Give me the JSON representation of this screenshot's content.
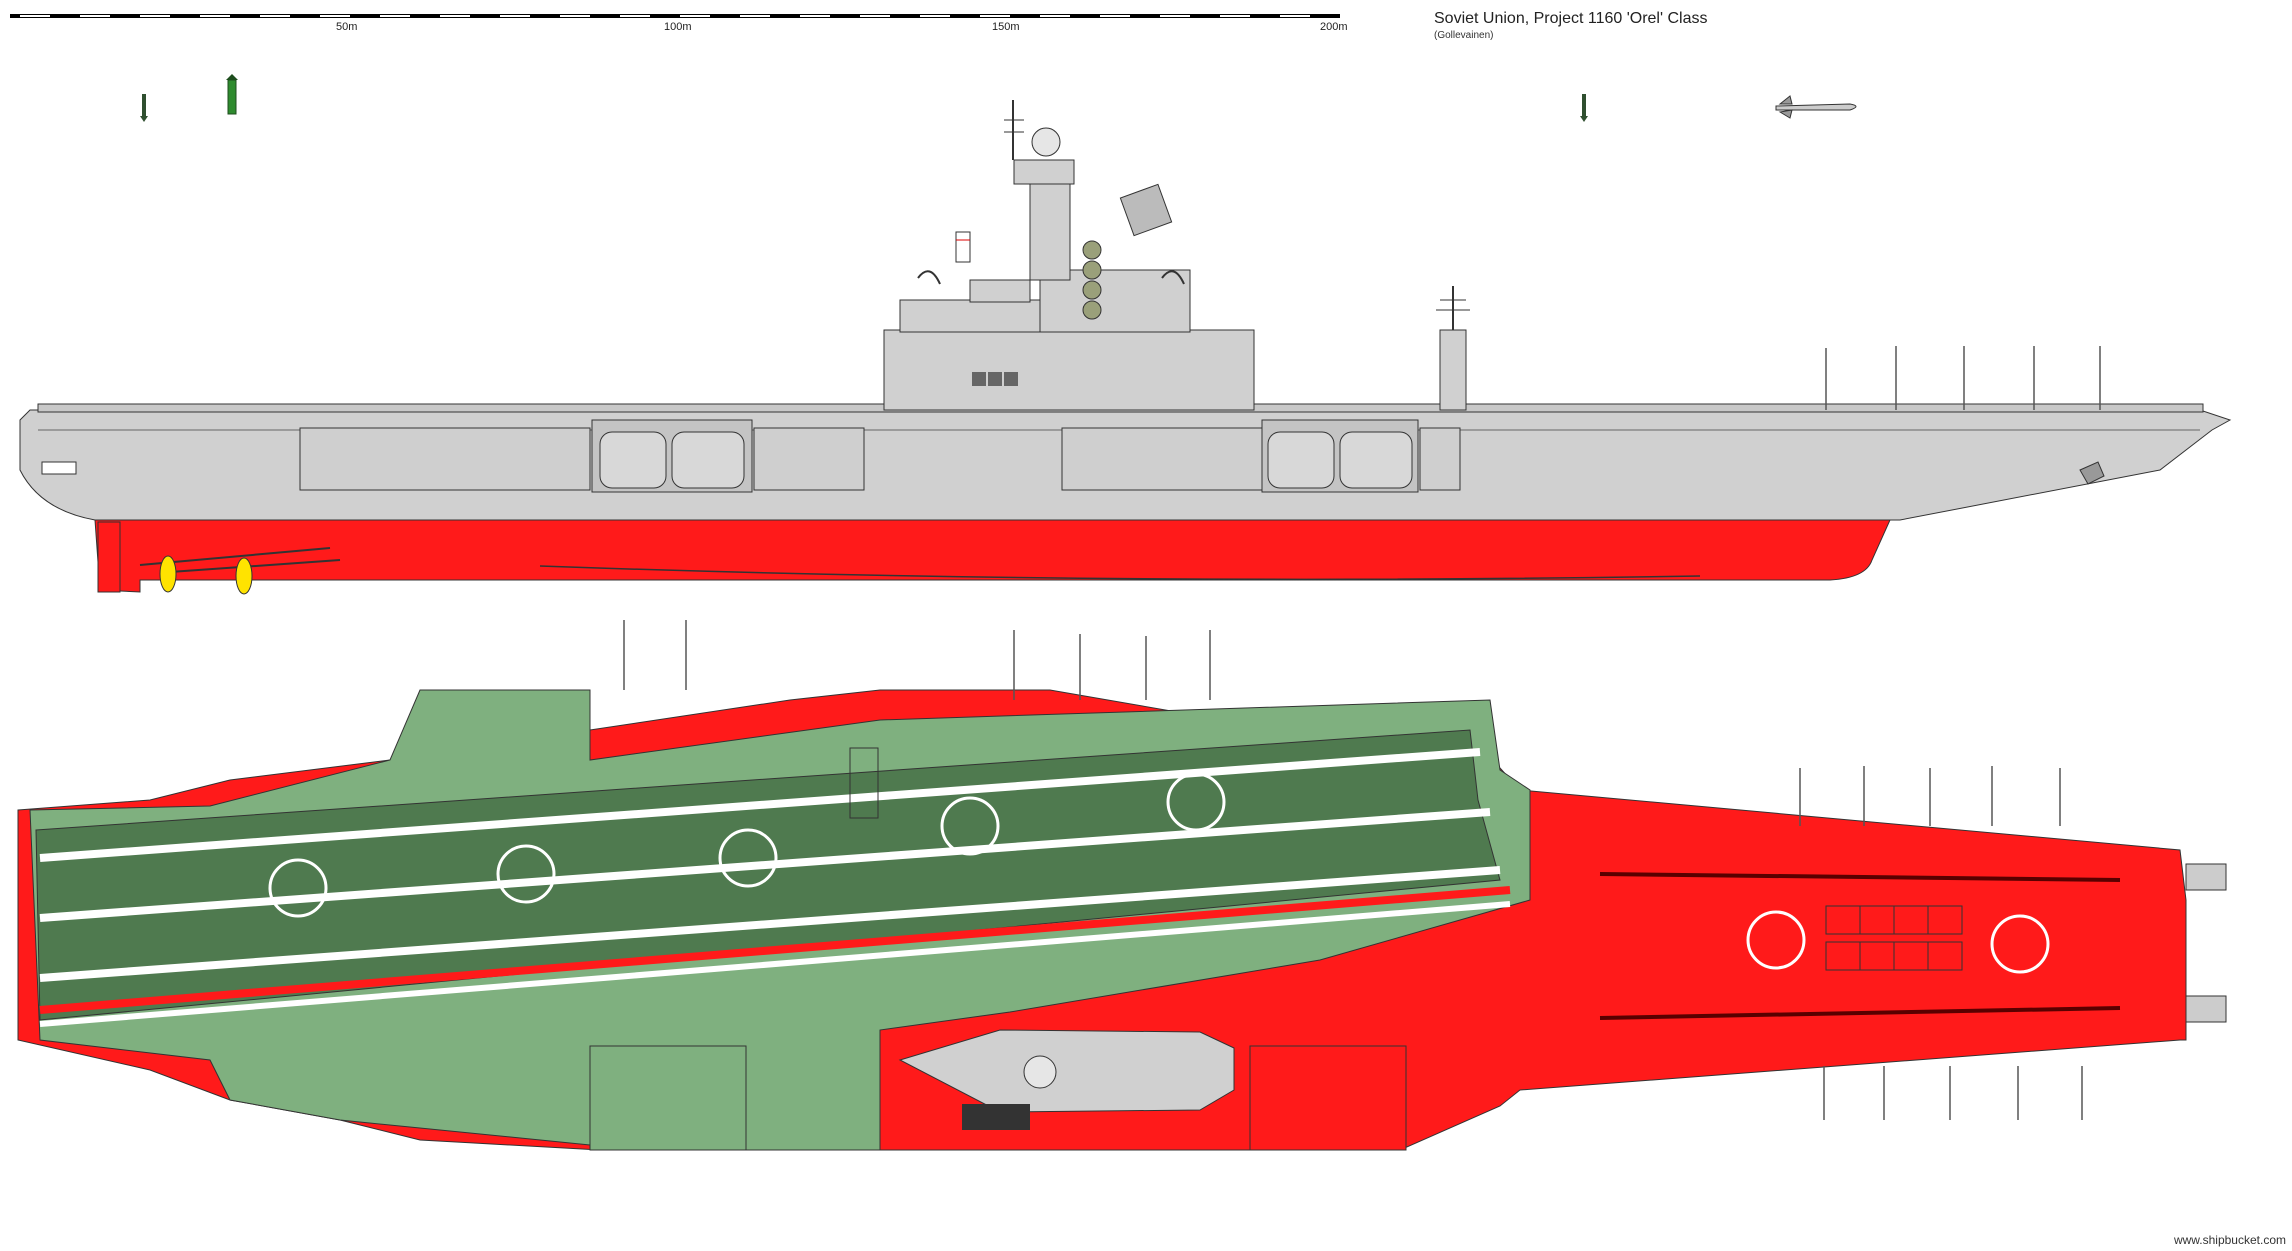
{
  "title": "Soviet Union, Project 1160 'Orel' Class",
  "author": "(Gollevainen)",
  "watermark": "www.shipbucket.com",
  "scale": {
    "labels": [
      "50m",
      "100m",
      "150m",
      "200m"
    ]
  },
  "colors": {
    "hull_red": "#ff1a1a",
    "hull_grey": "#d0d0d0",
    "deck_green_light": "#7fb07f",
    "deck_green_dark": "#4f7a4f",
    "propeller_yellow": "#ffe300",
    "outline": "#333333"
  },
  "icons": {
    "missile_small": "missile-icon",
    "missile_green": "missile-icon",
    "cruise_missile": "cruise-missile-icon",
    "helipad": "helipad-circle-icon",
    "propeller": "propeller-icon"
  }
}
